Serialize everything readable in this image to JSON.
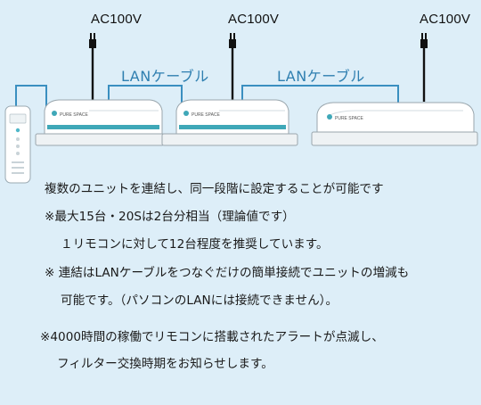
{
  "power_labels": [
    "AC100V",
    "AC100V",
    "AC100V"
  ],
  "cable_labels": [
    "LANケーブル",
    "LANケーブル"
  ],
  "unit_brand": "PURE SPACE",
  "notes": [
    "複数のユニットを連結し、同一段階に設定することが可能です",
    "※最大15台・20Sは2台分相当（理論値です）",
    "１リモコンに対して12台程度を推奨しています。",
    "※ 連結はLANケーブルをつなぐだけの簡単接続でユニットの増減も",
    "可能です。（パソコンのLANには接続できません）。",
    "※4000時間の稼働でリモコンに搭載されたアラートが点滅し、",
    "フィルター交換時期をお知らせします。"
  ],
  "colors": {
    "background": "#ddeef8",
    "cable": "#3a8fc0",
    "cable_text": "#2f7fb0",
    "unit_accent": "#3fa8b8"
  }
}
